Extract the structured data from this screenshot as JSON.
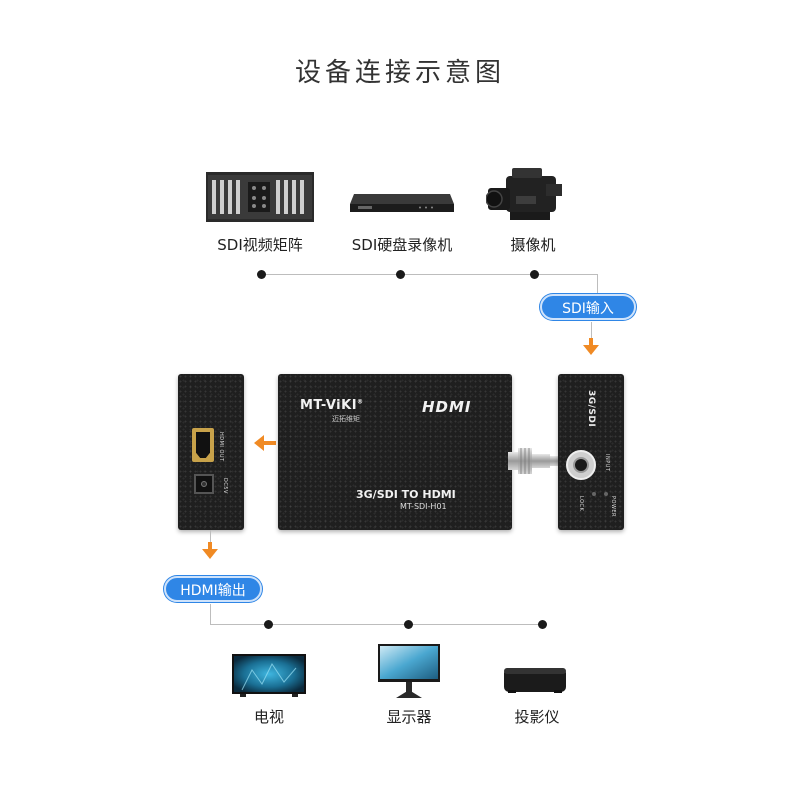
{
  "title": "设备连接示意图",
  "inputs": [
    {
      "label": "SDI视频矩阵",
      "icon": "sdi-matrix-icon"
    },
    {
      "label": "SDI硬盘录像机",
      "icon": "dvr-icon"
    },
    {
      "label": "摄像机",
      "icon": "camcorder-icon"
    }
  ],
  "outputs": [
    {
      "label": "电视",
      "icon": "tv-icon"
    },
    {
      "label": "显示器",
      "icon": "monitor-icon"
    },
    {
      "label": "投影仪",
      "icon": "projector-icon"
    }
  ],
  "sdi_input_label": "SDI输入",
  "hdmi_output_label": "HDMI输出",
  "converter": {
    "brand": "MT-ViKI",
    "brand_mark": "®",
    "brand_cn": "迈拓维矩",
    "hdmi_logo": "HDMI",
    "product_name": "3G/SDI TO HDMI",
    "model": "MT-SDI-H01"
  },
  "output_side": {
    "port_label": "HDMI OUT",
    "dc_label": "DC5V"
  },
  "input_side": {
    "type_label": "3G/SDI",
    "input_label": "INPUT",
    "lock_label": "LOCK",
    "power_label": "POWER"
  },
  "colors": {
    "pill_blue": "#2f86e6",
    "arrow_orange": "#f08a24"
  }
}
